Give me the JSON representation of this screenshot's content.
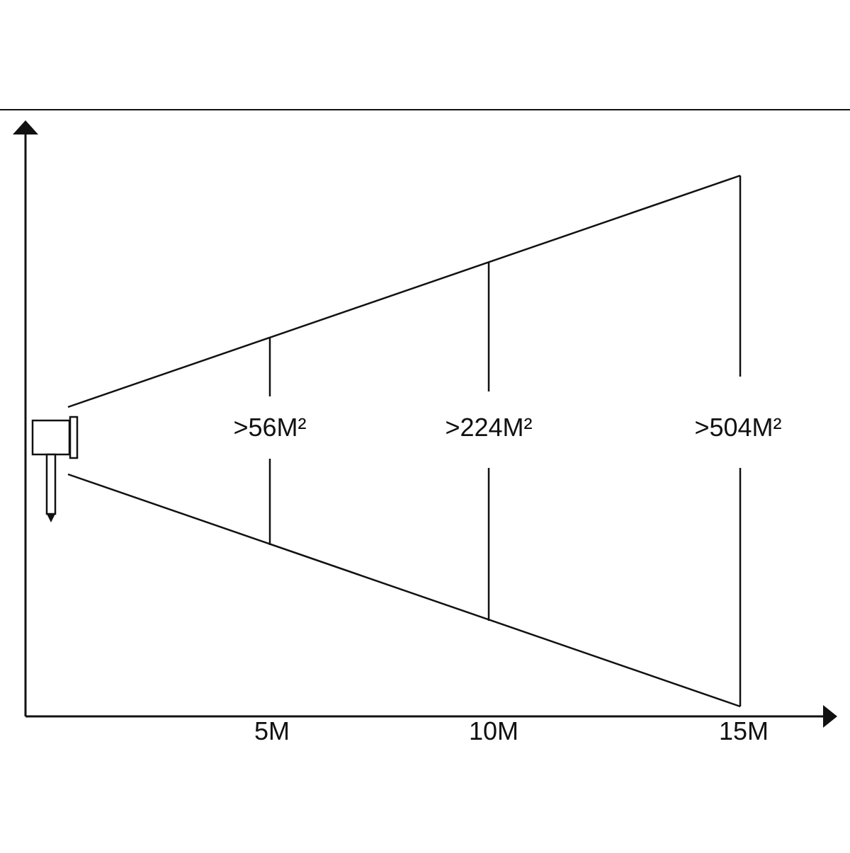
{
  "diagram": {
    "colors": {
      "line": "#111111",
      "background": "#ffffff"
    },
    "icons": {
      "light": "spotlight-projector-icon"
    },
    "distance_labels": [
      "5M",
      "10M",
      "15M"
    ],
    "area_labels": [
      ">56M²",
      ">224M²",
      ">504M²"
    ]
  }
}
